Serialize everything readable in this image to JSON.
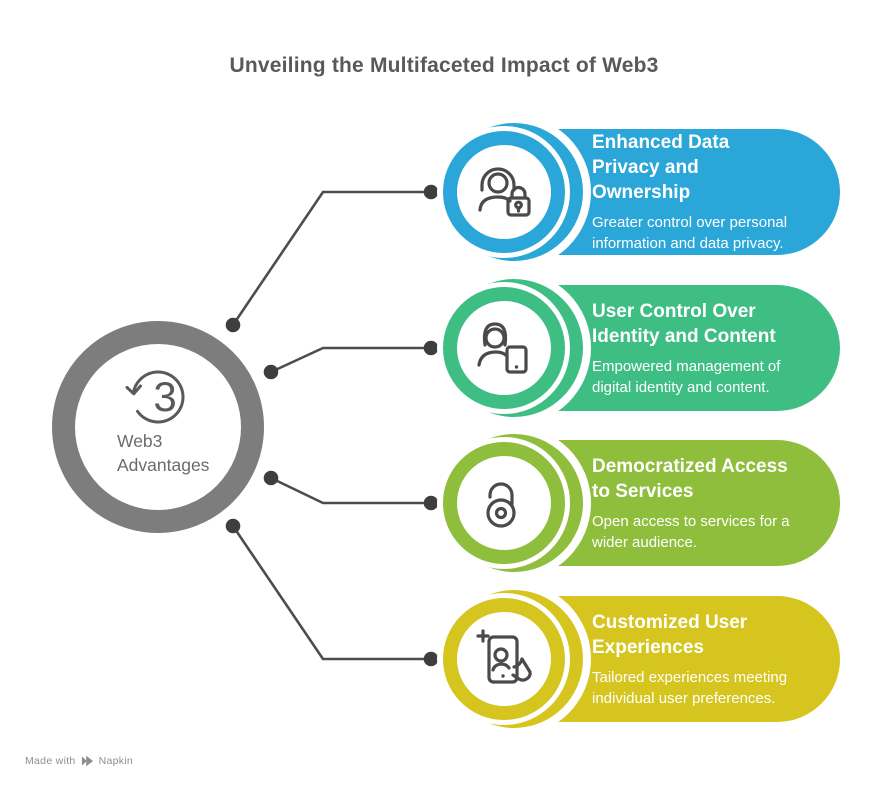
{
  "title": "Unveiling the Multifaceted Impact of Web3",
  "hub": {
    "label_lines": [
      "Web3",
      "Advantages"
    ],
    "icon": "refresh-3-icon",
    "digit": "3"
  },
  "items": [
    {
      "title_lines": [
        "Enhanced Data",
        "Privacy and",
        "Ownership"
      ],
      "description_lines": [
        "Greater control over personal",
        "information and data privacy."
      ],
      "color": "#2BA6D9",
      "icon": "privacy-user-lock-icon"
    },
    {
      "title_lines": [
        "User Control Over",
        "Identity and Content"
      ],
      "description_lines": [
        "Empowered management of",
        "digital identity and content."
      ],
      "color": "#3FBE83",
      "icon": "identity-user-tablet-icon"
    },
    {
      "title_lines": [
        "Democratized Access",
        "to Services"
      ],
      "description_lines": [
        "Open access to services for a",
        "wider audience."
      ],
      "color": "#8EBE3C",
      "icon": "open-lock-icon"
    },
    {
      "title_lines": [
        "Customized User",
        "Experiences"
      ],
      "description_lines": [
        "Tailored experiences meeting",
        "individual user preferences."
      ],
      "color": "#D6C51F",
      "icon": "personalization-phone-user-icon"
    }
  ],
  "footer": {
    "made_with": "Made with",
    "brand": "Napkin"
  },
  "colors": {
    "title": "#58595B",
    "connector_line": "#4D4D4D",
    "connector_dot": "#3E3E3E",
    "hub_ring": "#7D7D7D",
    "hub_icon": "#5A5A5A",
    "hub_text": "#6B6B6B",
    "icon_stroke": "#4A4A4A",
    "footer_text": "#8D8D8D",
    "text_on_pill": "#FFFFFF",
    "background": "#FFFFFF"
  }
}
